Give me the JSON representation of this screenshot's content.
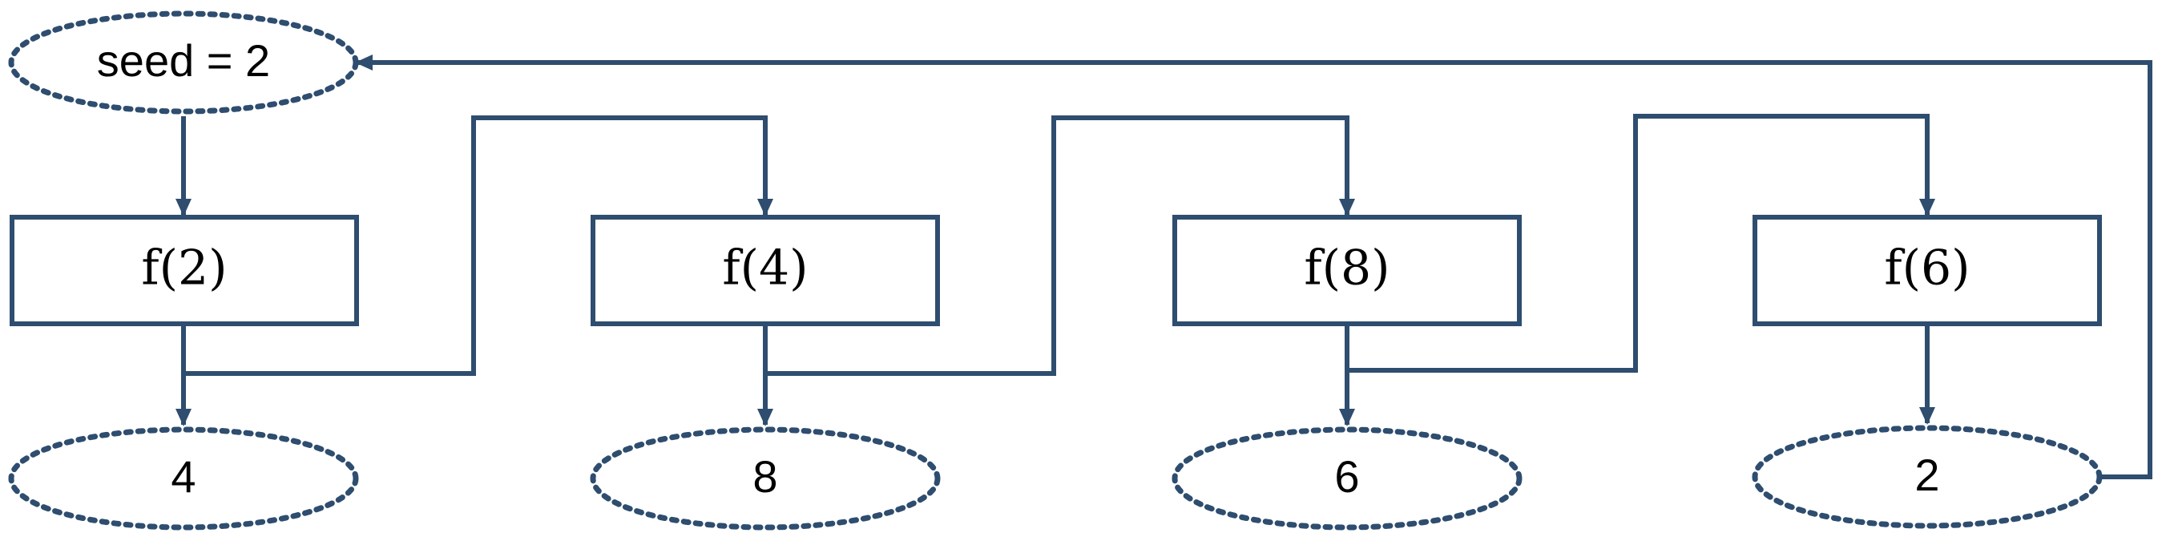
{
  "diagram": {
    "seed": {
      "label": "seed = 2"
    },
    "functions": [
      {
        "label": "f(2)"
      },
      {
        "label": "f(4)"
      },
      {
        "label": "f(8)"
      },
      {
        "label": "f(6)"
      }
    ],
    "outputs": [
      {
        "label": "4"
      },
      {
        "label": "8"
      },
      {
        "label": "6"
      },
      {
        "label": "2"
      }
    ],
    "colors": {
      "stroke": "#2e4d6f",
      "text": "#000000",
      "background": "#ffffff"
    }
  }
}
